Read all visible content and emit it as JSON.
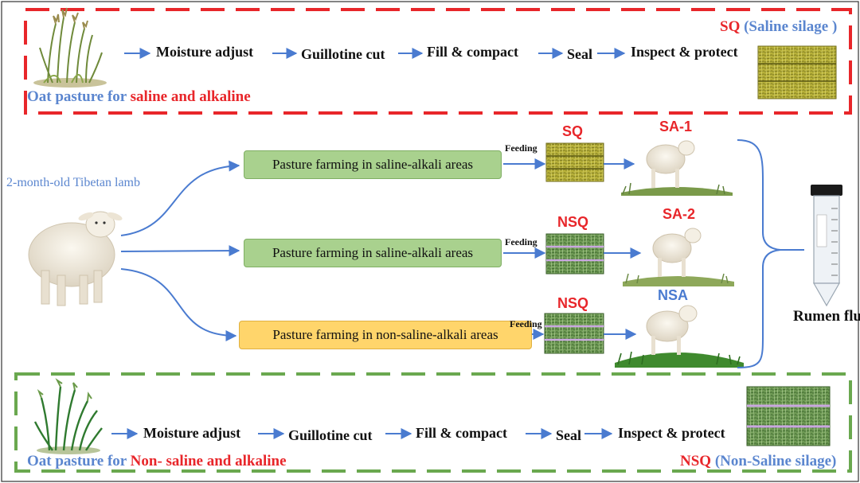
{
  "top_panel": {
    "source_label_a": "Oat pasture for ",
    "source_label_b": "saline and alkaline",
    "steps": [
      "Moisture adjust",
      "Guillotine cut",
      "Fill & compact",
      "Seal",
      "Inspect & protect"
    ],
    "product_label_a": "SQ",
    "product_label_b": " (Saline silage )"
  },
  "middle": {
    "lamb_label": "2-month-old Tibetan lamb",
    "feeding_label": "Feeding",
    "rows": [
      {
        "farm": "Pasture farming in saline-alkali areas",
        "feed": "SQ",
        "group": "SA-1"
      },
      {
        "farm": "Pasture farming in saline-alkali areas",
        "feed": "NSQ",
        "group": "SA-2"
      },
      {
        "farm": "Pasture farming in non-saline-alkali areas",
        "feed": "NSQ",
        "group": "NSA"
      }
    ],
    "output_label": "Rumen fluid"
  },
  "bottom_panel": {
    "source_label_a": "Oat pasture for ",
    "source_label_b": "Non- saline and alkaline",
    "steps": [
      "Moisture adjust",
      "Guillotine cut",
      "Fill & compact",
      "Seal",
      "Inspect & protect"
    ],
    "product_label_a": "NSQ",
    "product_label_b": " (Non-Saline silage)"
  },
  "colors": {
    "accent_red": "#e8262a",
    "accent_green": "#6aa84f",
    "arrow_blue": "#4a7bd0",
    "box_green": "#a9d18e",
    "box_yellow": "#ffd56b"
  }
}
